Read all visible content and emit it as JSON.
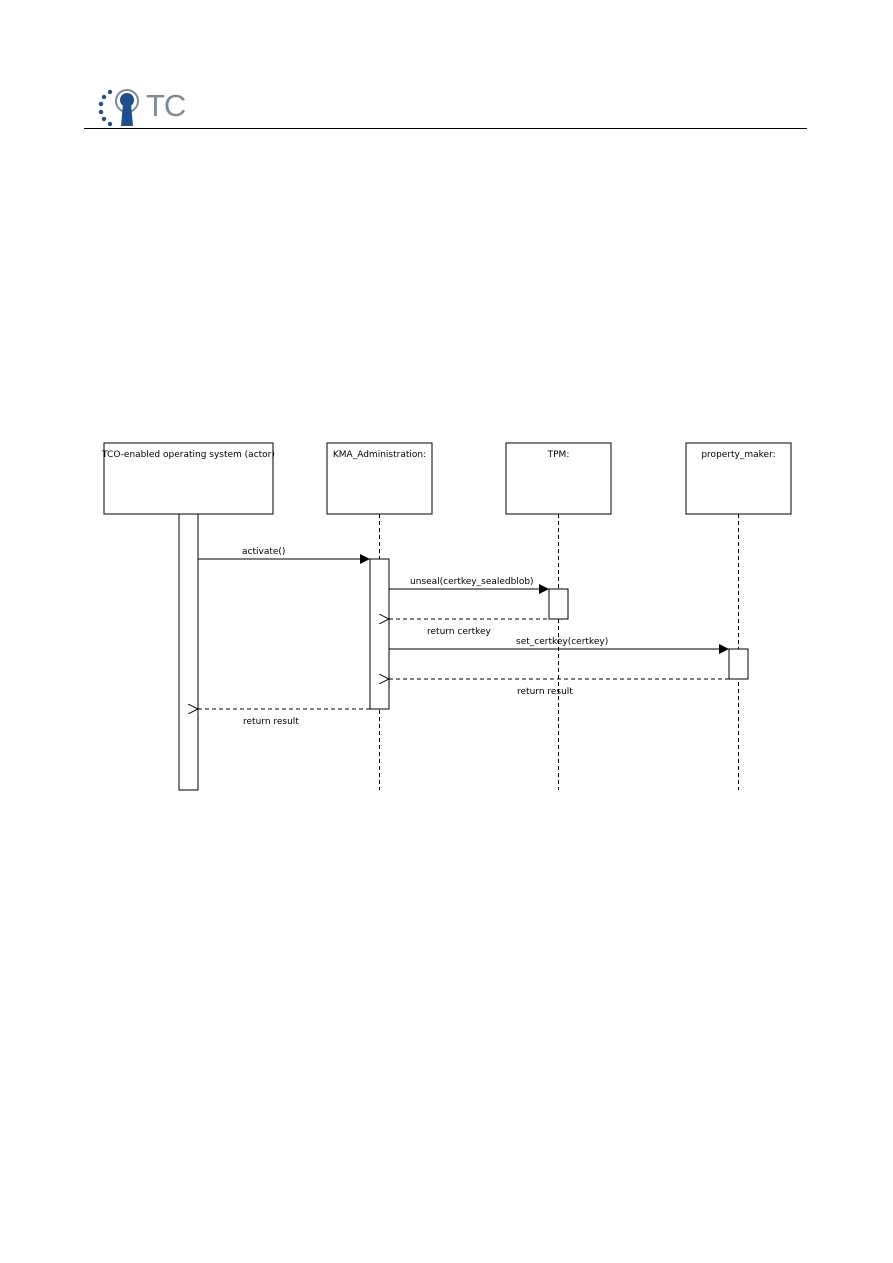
{
  "header": {
    "logo_text": "TC",
    "brand_color": "#1f4e8c",
    "logo_text_color": "#7d8b97"
  },
  "diagram": {
    "participants": [
      {
        "id": "os",
        "label": "TCO-enabled operating system (actor)"
      },
      {
        "id": "kma",
        "label": "KMA_Administration:"
      },
      {
        "id": "tpm",
        "label": "TPM:"
      },
      {
        "id": "pm",
        "label": "property_maker:"
      }
    ],
    "messages": [
      {
        "id": "m1",
        "label": "activate()",
        "from": "os",
        "to": "kma",
        "kind": "call"
      },
      {
        "id": "m2",
        "label": "unseal(certkey_sealedblob)",
        "from": "kma",
        "to": "tpm",
        "kind": "call"
      },
      {
        "id": "m3",
        "label": "return certkey",
        "from": "tpm",
        "to": "kma",
        "kind": "return"
      },
      {
        "id": "m4",
        "label": "set_certkey(certkey)",
        "from": "kma",
        "to": "pm",
        "kind": "call"
      },
      {
        "id": "m5",
        "label": "return result",
        "from": "pm",
        "to": "kma",
        "kind": "return"
      },
      {
        "id": "m6",
        "label": "return result",
        "from": "kma",
        "to": "os",
        "kind": "return"
      }
    ]
  }
}
